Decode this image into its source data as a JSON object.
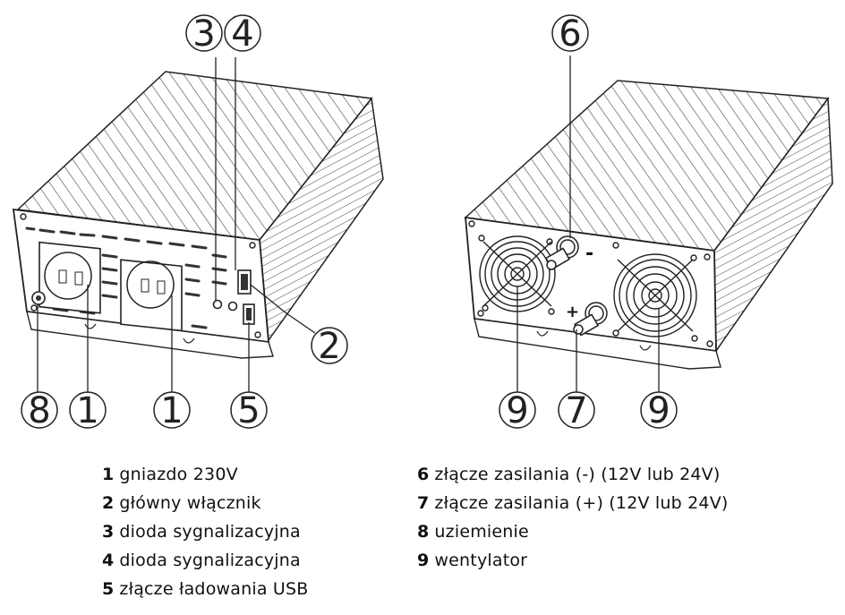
{
  "callouts": {
    "c1a": "1",
    "c1b": "1",
    "c2": "2",
    "c3": "3",
    "c4": "4",
    "c5": "5",
    "c6": "6",
    "c7": "7",
    "c8": "8",
    "c9a": "9",
    "c9b": "9"
  },
  "polarity": {
    "minus": "-",
    "plus": "+"
  },
  "legend": {
    "left": [
      {
        "num": "1",
        "text": "gniazdo 230V"
      },
      {
        "num": "2",
        "text": "główny włącznik"
      },
      {
        "num": "3",
        "text": "dioda sygnalizacyjna"
      },
      {
        "num": "4",
        "text": "dioda sygnalizacyjna"
      },
      {
        "num": "5",
        "text": "złącze ładowania USB"
      }
    ],
    "right": [
      {
        "num": "6",
        "text": "złącze zasilania (-) (12V lub 24V)"
      },
      {
        "num": "7",
        "text": "złącze zasilania (+) (12V lub 24V)"
      },
      {
        "num": "8",
        "text": "uziemienie"
      },
      {
        "num": "9",
        "text": "wentylator"
      }
    ]
  }
}
